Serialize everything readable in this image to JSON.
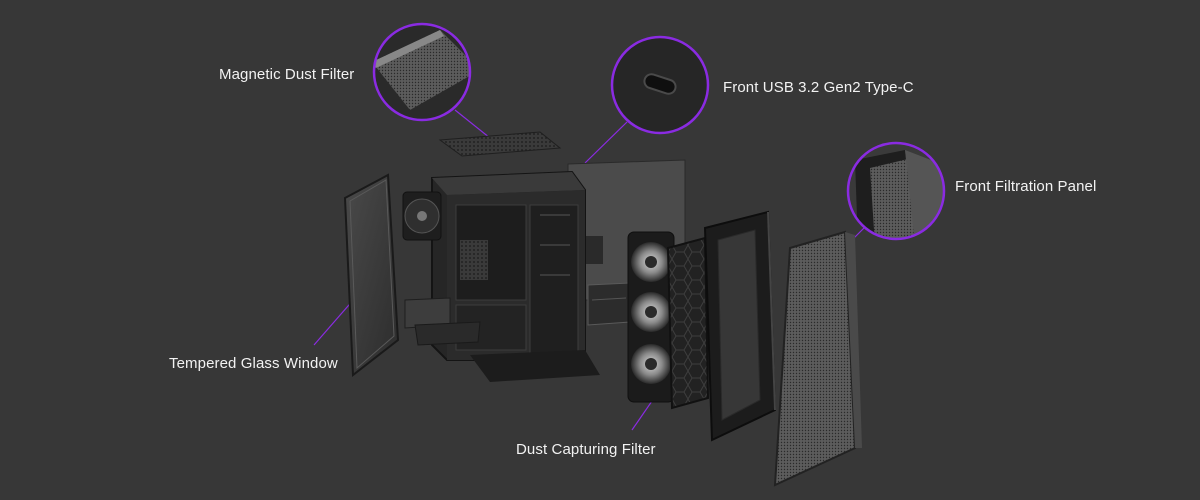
{
  "callouts": {
    "magnetic_dust_filter": "Magnetic Dust Filter",
    "front_usb": "Front USB 3.2 Gen2 Type-C",
    "front_filtration_panel": "Front Filtration Panel",
    "tempered_glass_window": "Tempered Glass Window",
    "dust_capturing_filter": "Dust Capturing Filter"
  },
  "colors": {
    "background": "#373737",
    "accent_purple": "#8a2be2",
    "label_text": "#f2f2f2"
  },
  "icons": [
    "magnifier-circle-dust-filter",
    "magnifier-circle-usb-c",
    "magnifier-circle-front-panel"
  ]
}
